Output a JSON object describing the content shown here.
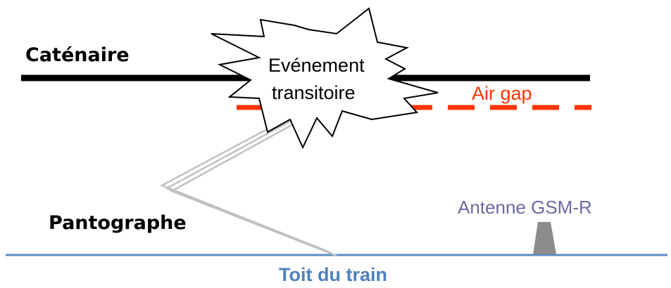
{
  "labels": {
    "catenary": "Caténaire",
    "event_line1": "Evénement",
    "event_line2": "transitoire",
    "air_gap": "Air gap",
    "pantograph": "Pantographe",
    "antenna": "Antenne GSM-R",
    "roof": "Toit du train"
  },
  "colors": {
    "catenary_line": "#000000",
    "air_gap": "#ff3300",
    "antenna_text": "#6a6aa0",
    "antenna_body": "#8c8c8c",
    "roof_line": "#5b8ac4",
    "roof_text": "#4f81bd",
    "pantograph": "#c0c0c0"
  }
}
